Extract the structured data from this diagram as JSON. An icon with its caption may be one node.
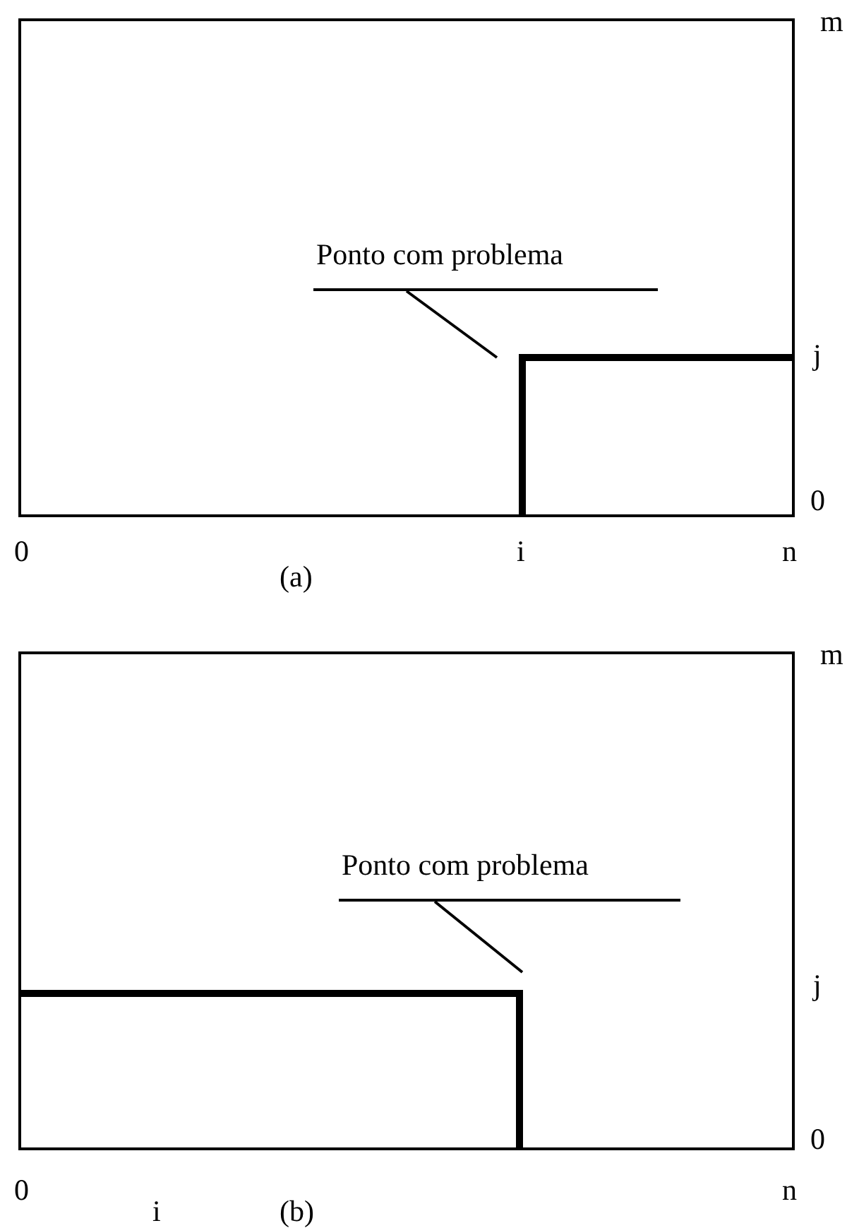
{
  "diagram": {
    "nodes": [
      {
        "text": [
          "Ponto com problema"
        ]
      },
      {
        "text": [
          "Ponto com problema"
        ]
      }
    ],
    "edges": [
      {
        "from": 0,
        "to": null,
        "arrow": "none"
      },
      {
        "from": 1,
        "to": null,
        "arrow": "none"
      }
    ],
    "labels": [
      "m",
      "j",
      "0",
      "0",
      "i",
      "n",
      "(a)",
      "m",
      "j",
      "0",
      "0",
      "i",
      "(b)",
      "n"
    ]
  }
}
